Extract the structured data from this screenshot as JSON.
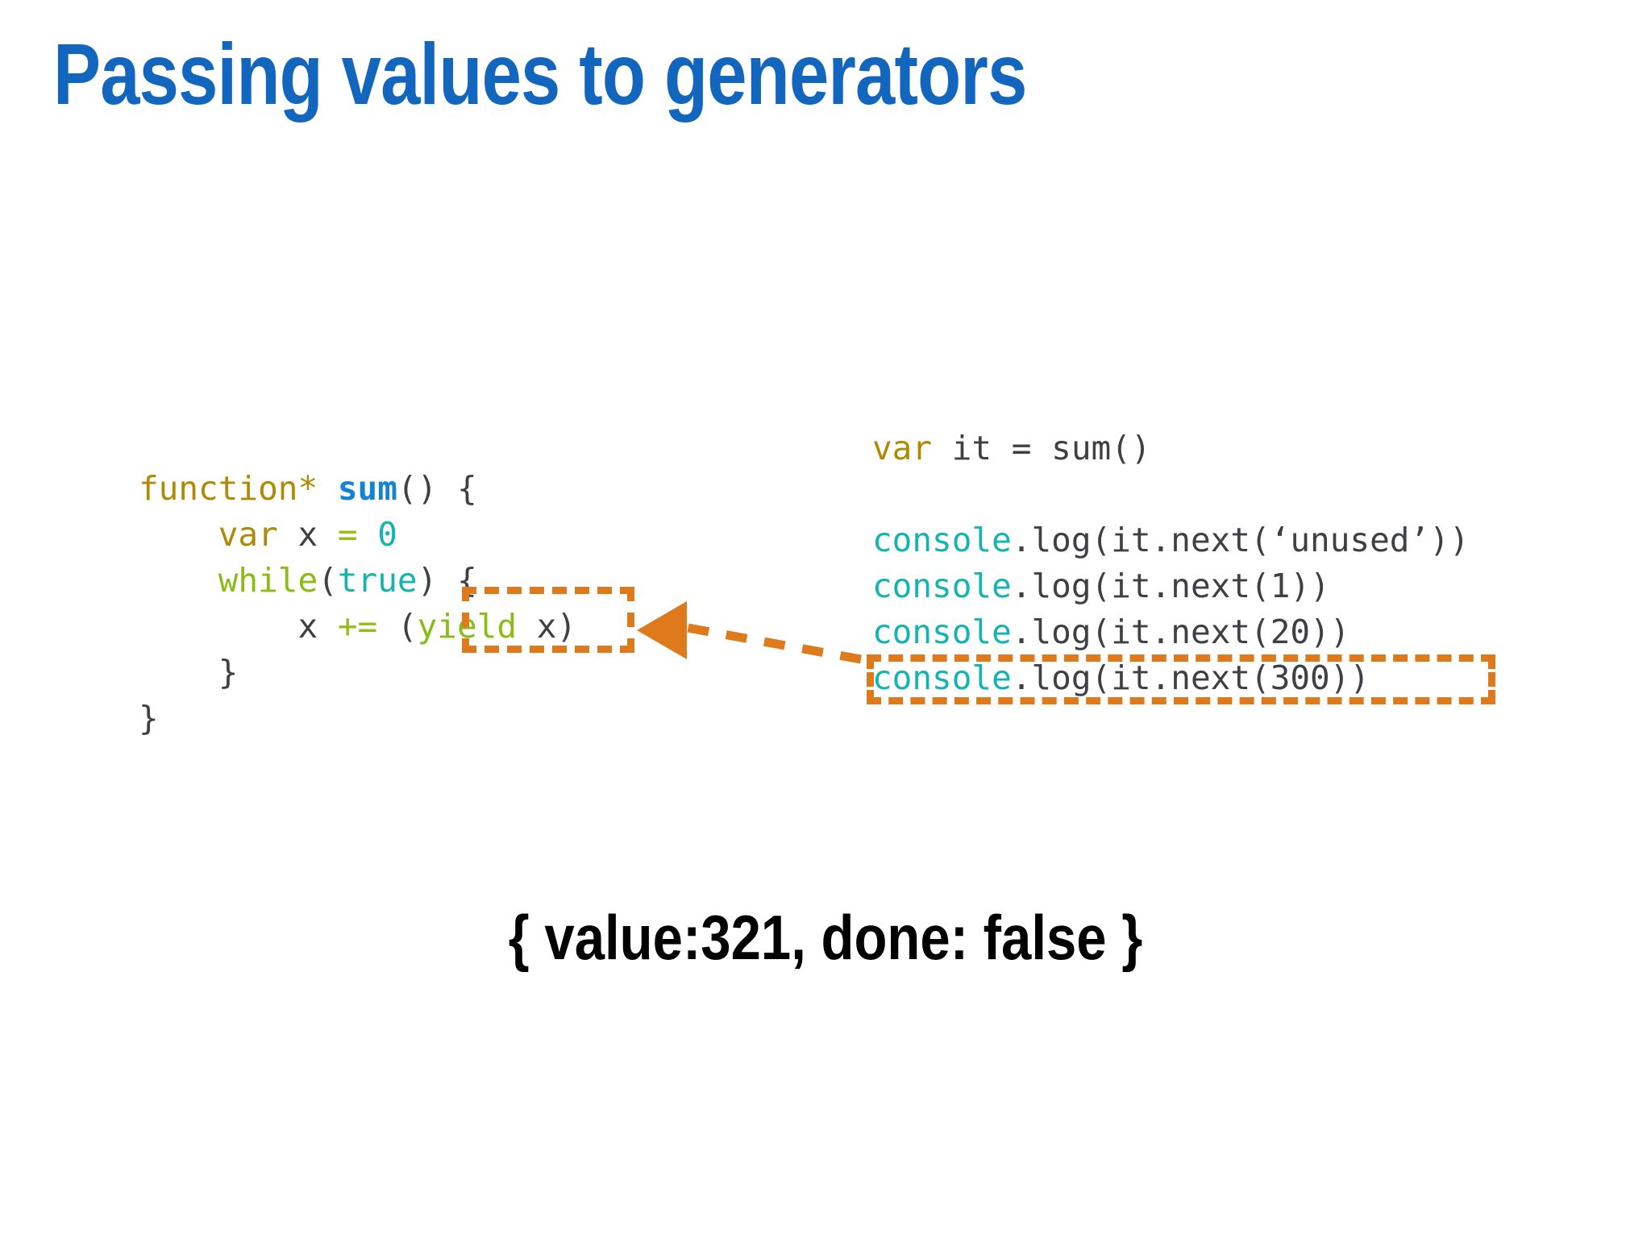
{
  "slide": {
    "title": "Passing values to generators",
    "title_color": "#1266bd",
    "background_color": "#ffffff",
    "result_caption": "{ value:321, done: false }",
    "result_color": "#000000"
  },
  "highlight": {
    "color": "#df7a1c",
    "style": "dashed",
    "yield_box_label": "yield x",
    "console_box_label": "console.log(it.next(300))",
    "arrow_direction": "right-to-left",
    "arrow_meaning": "value passed into next() becomes result of yield"
  },
  "code_left": {
    "name": "generator-definition",
    "lines": [
      {
        "id": "l1",
        "text": "function* sum() {",
        "tokens": [
          {
            "t": "function*",
            "c": "kw"
          },
          {
            "t": " ",
            "c": "plain"
          },
          {
            "t": "sum",
            "c": "fn"
          },
          {
            "t": "() {",
            "c": "punct"
          }
        ]
      },
      {
        "id": "l2",
        "text": "    var x = 0",
        "tokens": [
          {
            "t": "    ",
            "c": "plain"
          },
          {
            "t": "var",
            "c": "kw"
          },
          {
            "t": " x ",
            "c": "plain"
          },
          {
            "t": "=",
            "c": "op"
          },
          {
            "t": " ",
            "c": "plain"
          },
          {
            "t": "0",
            "c": "num"
          }
        ]
      },
      {
        "id": "l3",
        "text": "    while(true) {",
        "tokens": [
          {
            "t": "    ",
            "c": "plain"
          },
          {
            "t": "while",
            "c": "ctrl"
          },
          {
            "t": "(",
            "c": "punct"
          },
          {
            "t": "true",
            "c": "bool"
          },
          {
            "t": ") {",
            "c": "punct"
          }
        ]
      },
      {
        "id": "l4",
        "text": "        x += (yield x)",
        "tokens": [
          {
            "t": "        x ",
            "c": "plain"
          },
          {
            "t": "+=",
            "c": "op"
          },
          {
            "t": " (",
            "c": "punct"
          },
          {
            "t": "yield",
            "c": "ctrl"
          },
          {
            "t": " x",
            "c": "plain"
          },
          {
            "t": ")",
            "c": "punct"
          }
        ]
      },
      {
        "id": "l5",
        "text": "    }",
        "tokens": [
          {
            "t": "    }",
            "c": "punct"
          }
        ]
      },
      {
        "id": "l6",
        "text": "}",
        "tokens": [
          {
            "t": "}",
            "c": "punct"
          }
        ]
      }
    ]
  },
  "code_right": {
    "name": "generator-usage",
    "lines": [
      {
        "id": "r1",
        "text": "var it = sum()",
        "tokens": [
          {
            "t": "var",
            "c": "kw"
          },
          {
            "t": " it = sum()",
            "c": "plain"
          }
        ]
      },
      {
        "id": "r2",
        "text": "",
        "tokens": [
          {
            "t": " ",
            "c": "plain"
          }
        ]
      },
      {
        "id": "r3",
        "text": "console.log(it.next(‘unused’))",
        "tokens": [
          {
            "t": "console",
            "c": "obj"
          },
          {
            "t": ".log(it.next(‘unused’))",
            "c": "plain"
          }
        ]
      },
      {
        "id": "r4",
        "text": "console.log(it.next(1))",
        "tokens": [
          {
            "t": "console",
            "c": "obj"
          },
          {
            "t": ".log(it.next(1))",
            "c": "plain"
          }
        ]
      },
      {
        "id": "r5",
        "text": "console.log(it.next(20))",
        "tokens": [
          {
            "t": "console",
            "c": "obj"
          },
          {
            "t": ".log(it.next(20))",
            "c": "plain"
          }
        ]
      },
      {
        "id": "r6",
        "text": "console.log(it.next(300))",
        "tokens": [
          {
            "t": "console",
            "c": "obj"
          },
          {
            "t": ".log(it.next(300))",
            "c": "plain"
          }
        ]
      }
    ]
  }
}
